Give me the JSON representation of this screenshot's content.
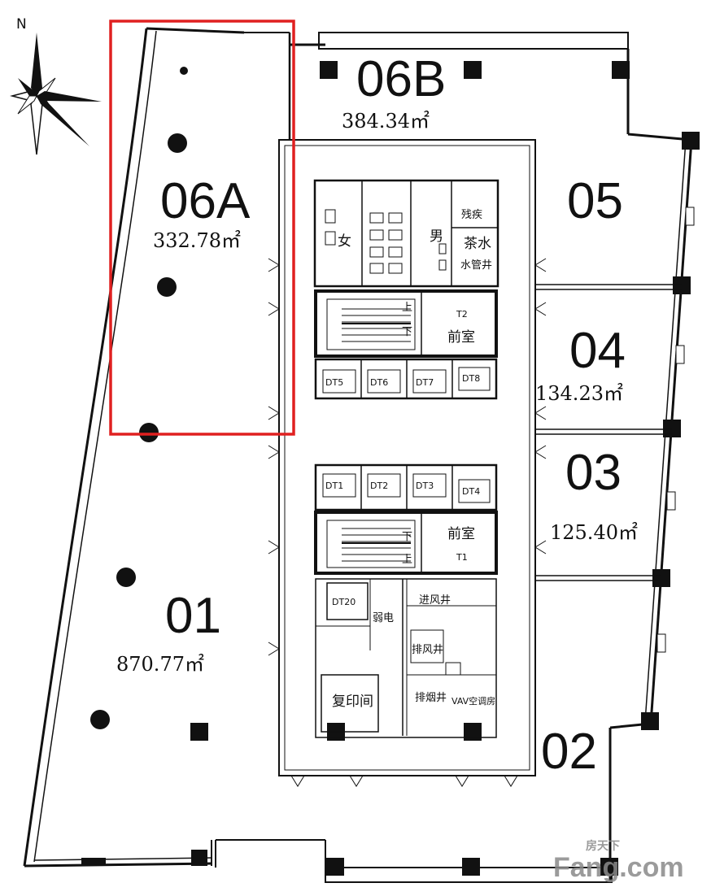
{
  "compass": {
    "north_label": "N"
  },
  "units": [
    {
      "id": "06A",
      "label": "06A",
      "area": "332.78㎡"
    },
    {
      "id": "06B",
      "label": "06B",
      "area": "384.34㎡"
    },
    {
      "id": "05",
      "label": "05",
      "area": ""
    },
    {
      "id": "04",
      "label": "04",
      "area": "134.23㎡"
    },
    {
      "id": "03",
      "label": "03",
      "area": "125.40㎡"
    },
    {
      "id": "01",
      "label": "01",
      "area": "870.77㎡"
    },
    {
      "id": "02",
      "label": "02",
      "area": ""
    }
  ],
  "core_labels": {
    "female": "女",
    "male": "男",
    "accessible": "残疾",
    "tea_room": "茶水",
    "water_well": "水管井",
    "up": "上",
    "down": "下",
    "anteroom": "前室",
    "t2": "T2",
    "t1": "T1",
    "dt20": "DT20",
    "weak_current": "弱电",
    "fresh_air_shaft": "进风井",
    "exhaust_shaft": "排风井",
    "smoke_shaft": "排烟井",
    "vav_room": "VAV空调房",
    "copy_room": "复印间"
  },
  "elevators": [
    "DT5",
    "DT6",
    "DT7",
    "DT8",
    "DT1",
    "DT2",
    "DT3",
    "DT4"
  ],
  "highlight": {
    "target": "06A",
    "color": "#e02020"
  },
  "watermark": {
    "top": "房天下",
    "bottom": "Fang.com"
  }
}
